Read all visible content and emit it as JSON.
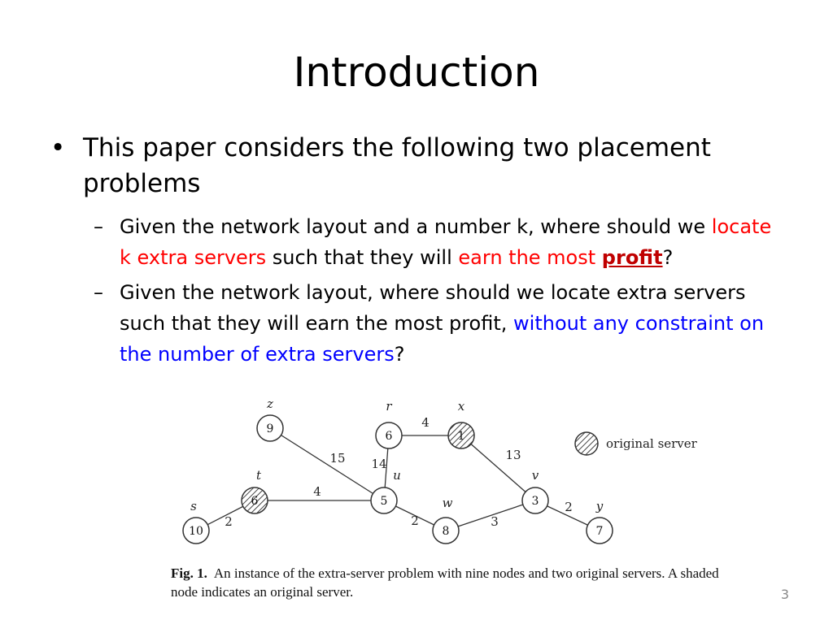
{
  "slide": {
    "title": "Introduction",
    "bullet": "This paper considers the following two placement problems",
    "sub1": {
      "t1": "Given the network layout and a number k, where should we ",
      "t2": "locate k extra servers",
      "t3": " such that they will ",
      "t4": "earn the most ",
      "t5": "profit",
      "t6": "?"
    },
    "sub2": {
      "t1": "Given the network layout, where should we locate extra servers such that they will earn the most profit, ",
      "t2": "without any constraint on the number of extra servers",
      "t3": "?"
    },
    "page_number": "3"
  },
  "figure": {
    "caption_label": "Fig. 1.",
    "caption_text": "An instance of the extra-server problem with nine nodes and two original servers. A shaded node indicates an original server.",
    "legend_label": "original server",
    "nodes": [
      {
        "id": "z",
        "value": "9",
        "original_server": false
      },
      {
        "id": "r",
        "value": "6",
        "original_server": false
      },
      {
        "id": "x",
        "value": "1",
        "original_server": true
      },
      {
        "id": "t",
        "value": "6",
        "original_server": true
      },
      {
        "id": "u",
        "value": "5",
        "original_server": false
      },
      {
        "id": "v",
        "value": "3",
        "original_server": false
      },
      {
        "id": "s",
        "value": "10",
        "original_server": false
      },
      {
        "id": "w",
        "value": "8",
        "original_server": false
      },
      {
        "id": "y",
        "value": "7",
        "original_server": false
      }
    ],
    "edges": [
      {
        "from": "z",
        "to": "u",
        "weight": "15"
      },
      {
        "from": "r",
        "to": "x",
        "weight": "4"
      },
      {
        "from": "r",
        "to": "u",
        "weight": "14"
      },
      {
        "from": "x",
        "to": "v",
        "weight": "13"
      },
      {
        "from": "t",
        "to": "u",
        "weight": "4"
      },
      {
        "from": "s",
        "to": "t",
        "weight": "2"
      },
      {
        "from": "u",
        "to": "w",
        "weight": "2"
      },
      {
        "from": "w",
        "to": "v",
        "weight": "3"
      },
      {
        "from": "v",
        "to": "y",
        "weight": "2"
      }
    ]
  }
}
